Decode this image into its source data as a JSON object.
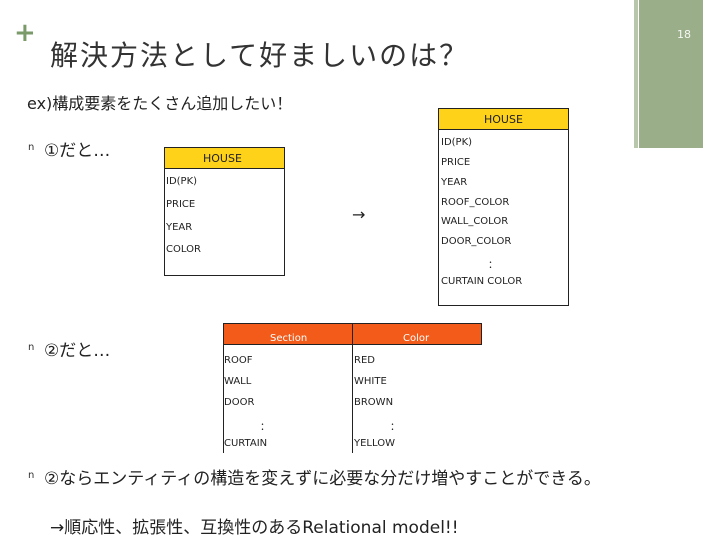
{
  "slide": {
    "title": "解決方法として好ましいのは？",
    "page_number": "18",
    "subtitle": "ex)構成要素をたくさん追加したい！",
    "bullets": [
      {
        "text": "①だと…"
      },
      {
        "text": "②だと…"
      },
      {
        "text": "②ならエンティティの構造を変えずに必要な分だけ増やすことができる。"
      }
    ],
    "conclusion": "→順応性、拡張性、互換性のあるRelational model!!",
    "arrow": "→"
  },
  "house_left": {
    "header": "HOUSE",
    "fields": [
      "ID(PK)",
      "PRICE",
      "YEAR",
      "COLOR"
    ]
  },
  "house_right": {
    "header": "HOUSE",
    "fields": [
      "ID(PK)",
      "PRICE",
      "YEAR",
      "ROOF_COLOR",
      "WALL_COLOR",
      "DOOR_COLOR",
      "：",
      "CURTAIN COLOR"
    ]
  },
  "color_table": {
    "headers": [
      "Section",
      "Color"
    ],
    "rows": [
      [
        "ROOF",
        "RED"
      ],
      [
        "WALL",
        "WHITE"
      ],
      [
        "DOOR",
        "BROWN"
      ],
      [
        "：",
        "："
      ],
      [
        "CURTAIN",
        "YELLOW"
      ]
    ]
  },
  "colors": {
    "accent_green": "#9bae8a",
    "entity_header": "#ffd21a",
    "table_header": "#f25b1a"
  }
}
